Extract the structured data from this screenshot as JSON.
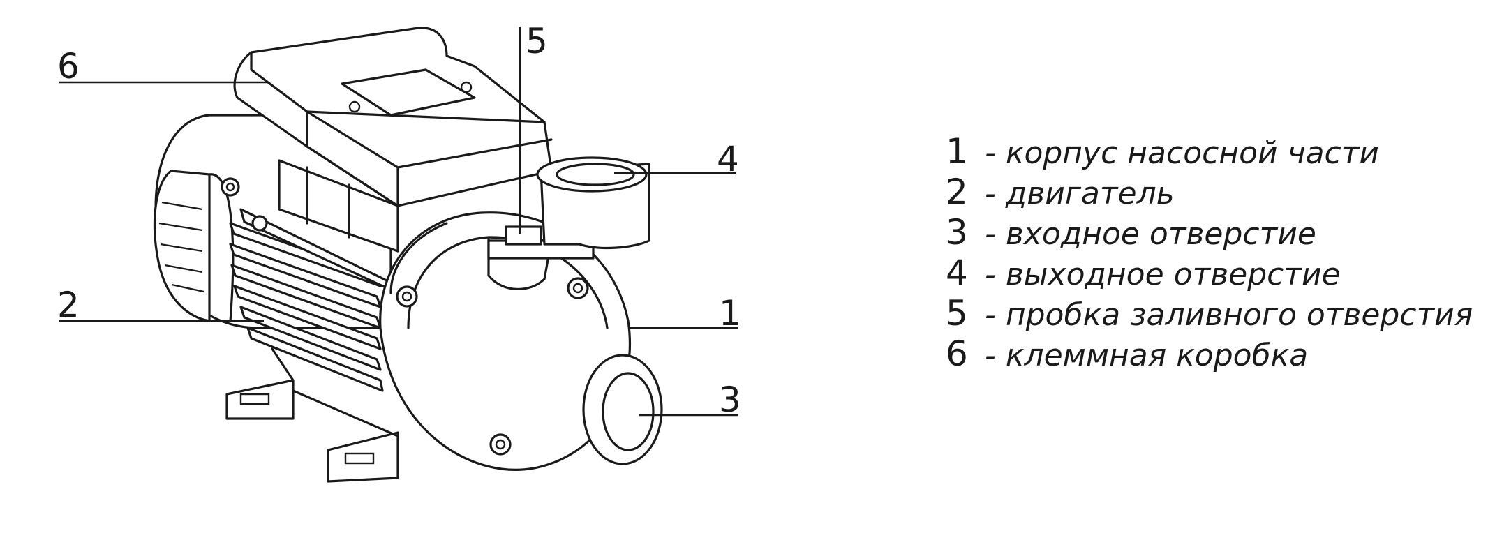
{
  "callouts": {
    "c1": "1",
    "c2": "2",
    "c3": "3",
    "c4": "4",
    "c5": "5",
    "c6": "6"
  },
  "legend": {
    "items": [
      {
        "number": "1",
        "text": "- корпус насосной части"
      },
      {
        "number": "2",
        "text": "- двигатель"
      },
      {
        "number": "3",
        "text": "- входное отверстие"
      },
      {
        "number": "4",
        "text": "- выходное отверстие"
      },
      {
        "number": "5",
        "text": "- пробка заливного отверстия"
      },
      {
        "number": "6",
        "text": "- клеммная коробка"
      }
    ]
  }
}
